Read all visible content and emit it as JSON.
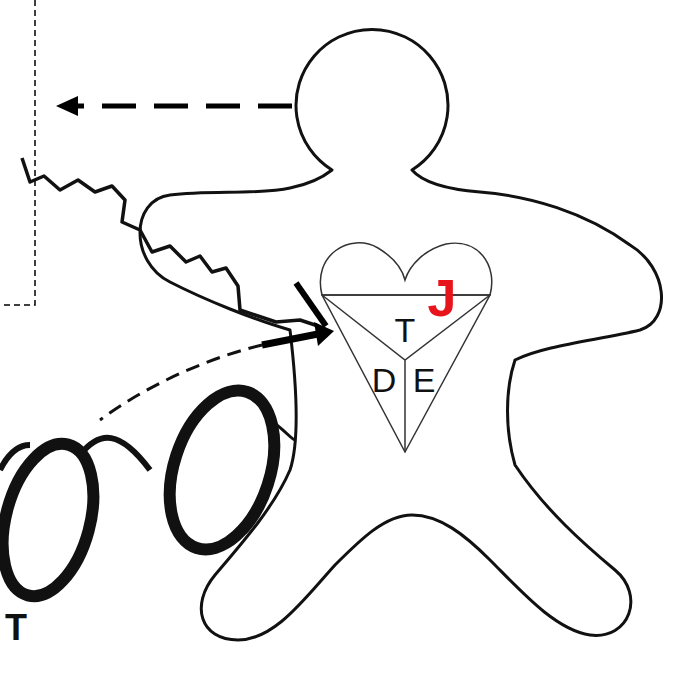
{
  "diagram": {
    "labels": [
      "T",
      "J",
      "D",
      "E",
      "T"
    ]
  }
}
